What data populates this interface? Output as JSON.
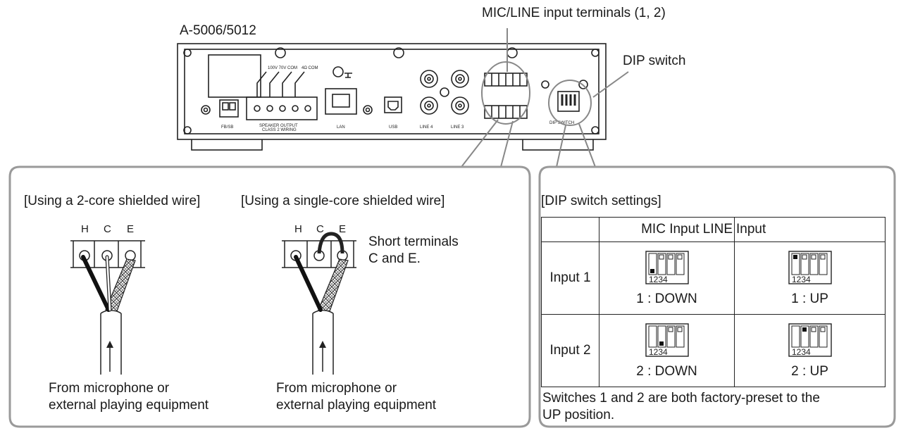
{
  "device": {
    "model": "A-5006/5012",
    "panel_labels": {
      "fb": "FB/SB",
      "speaker": "SPEAKER OUTPUT",
      "speaker_sub": "CLASS 2 WIRING",
      "lan": "LAN",
      "usb": "USB",
      "line4": "LINE 4",
      "line3": "LINE 3",
      "voltage": "100V  70V  COM",
      "ohm": "4Ω COM"
    }
  },
  "labels": {
    "mic_line_terminals": "MIC/LINE input terminals (1, 2)",
    "dip_switch": "DIP switch"
  },
  "wiring": {
    "two_core_title": "[Using a 2-core shielded wire]",
    "single_core_title": "[Using a single-core shielded wire]",
    "terminal_h": "H",
    "terminal_c": "C",
    "terminal_e": "E",
    "short_note_line1": "Short terminals",
    "short_note_line2": "C and E.",
    "from_line1": "From microphone or",
    "from_line2": "external playing equipment"
  },
  "dip_settings": {
    "title": "[DIP switch settings]",
    "col_mic": "MIC Input LINE",
    "col_line": "Input",
    "row1": "Input 1",
    "row2": "Input 2",
    "switch_numbers": "1234",
    "cells": {
      "r1_mic": "1 : DOWN",
      "r1_line": "1 : UP",
      "r2_mic": "2 : DOWN",
      "r2_line": "2 : UP"
    },
    "note_line1": "Switches 1 and 2 are both factory-preset to the",
    "note_line2": "UP position."
  }
}
